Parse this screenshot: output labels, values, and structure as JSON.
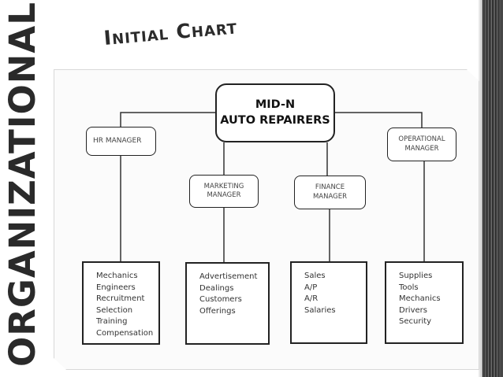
{
  "side_title": "ORGANIZATIONAL",
  "heading": "Initial Chart",
  "chart": {
    "root": "MID-N\nAUTO REPAIRERS",
    "managers": {
      "hr": "HR MANAGER",
      "marketing": "MARKETING\nMANAGER",
      "finance": "FINANCE\nMANAGER",
      "operational": "OPERATIONAL\nMANAGER"
    },
    "hr_items": [
      "Mechanics",
      "Engineers",
      "Recruitment",
      "Selection",
      "Training",
      "Compensation"
    ],
    "marketing_items": [
      "Advertisement",
      "Dealings",
      "Customers",
      "Offerings"
    ],
    "finance_items": [
      "Sales",
      "A/P",
      "A/R",
      "Salaries"
    ],
    "operational_items": [
      "Supplies",
      "Tools",
      "Mechanics",
      "Drivers",
      "Security"
    ]
  }
}
